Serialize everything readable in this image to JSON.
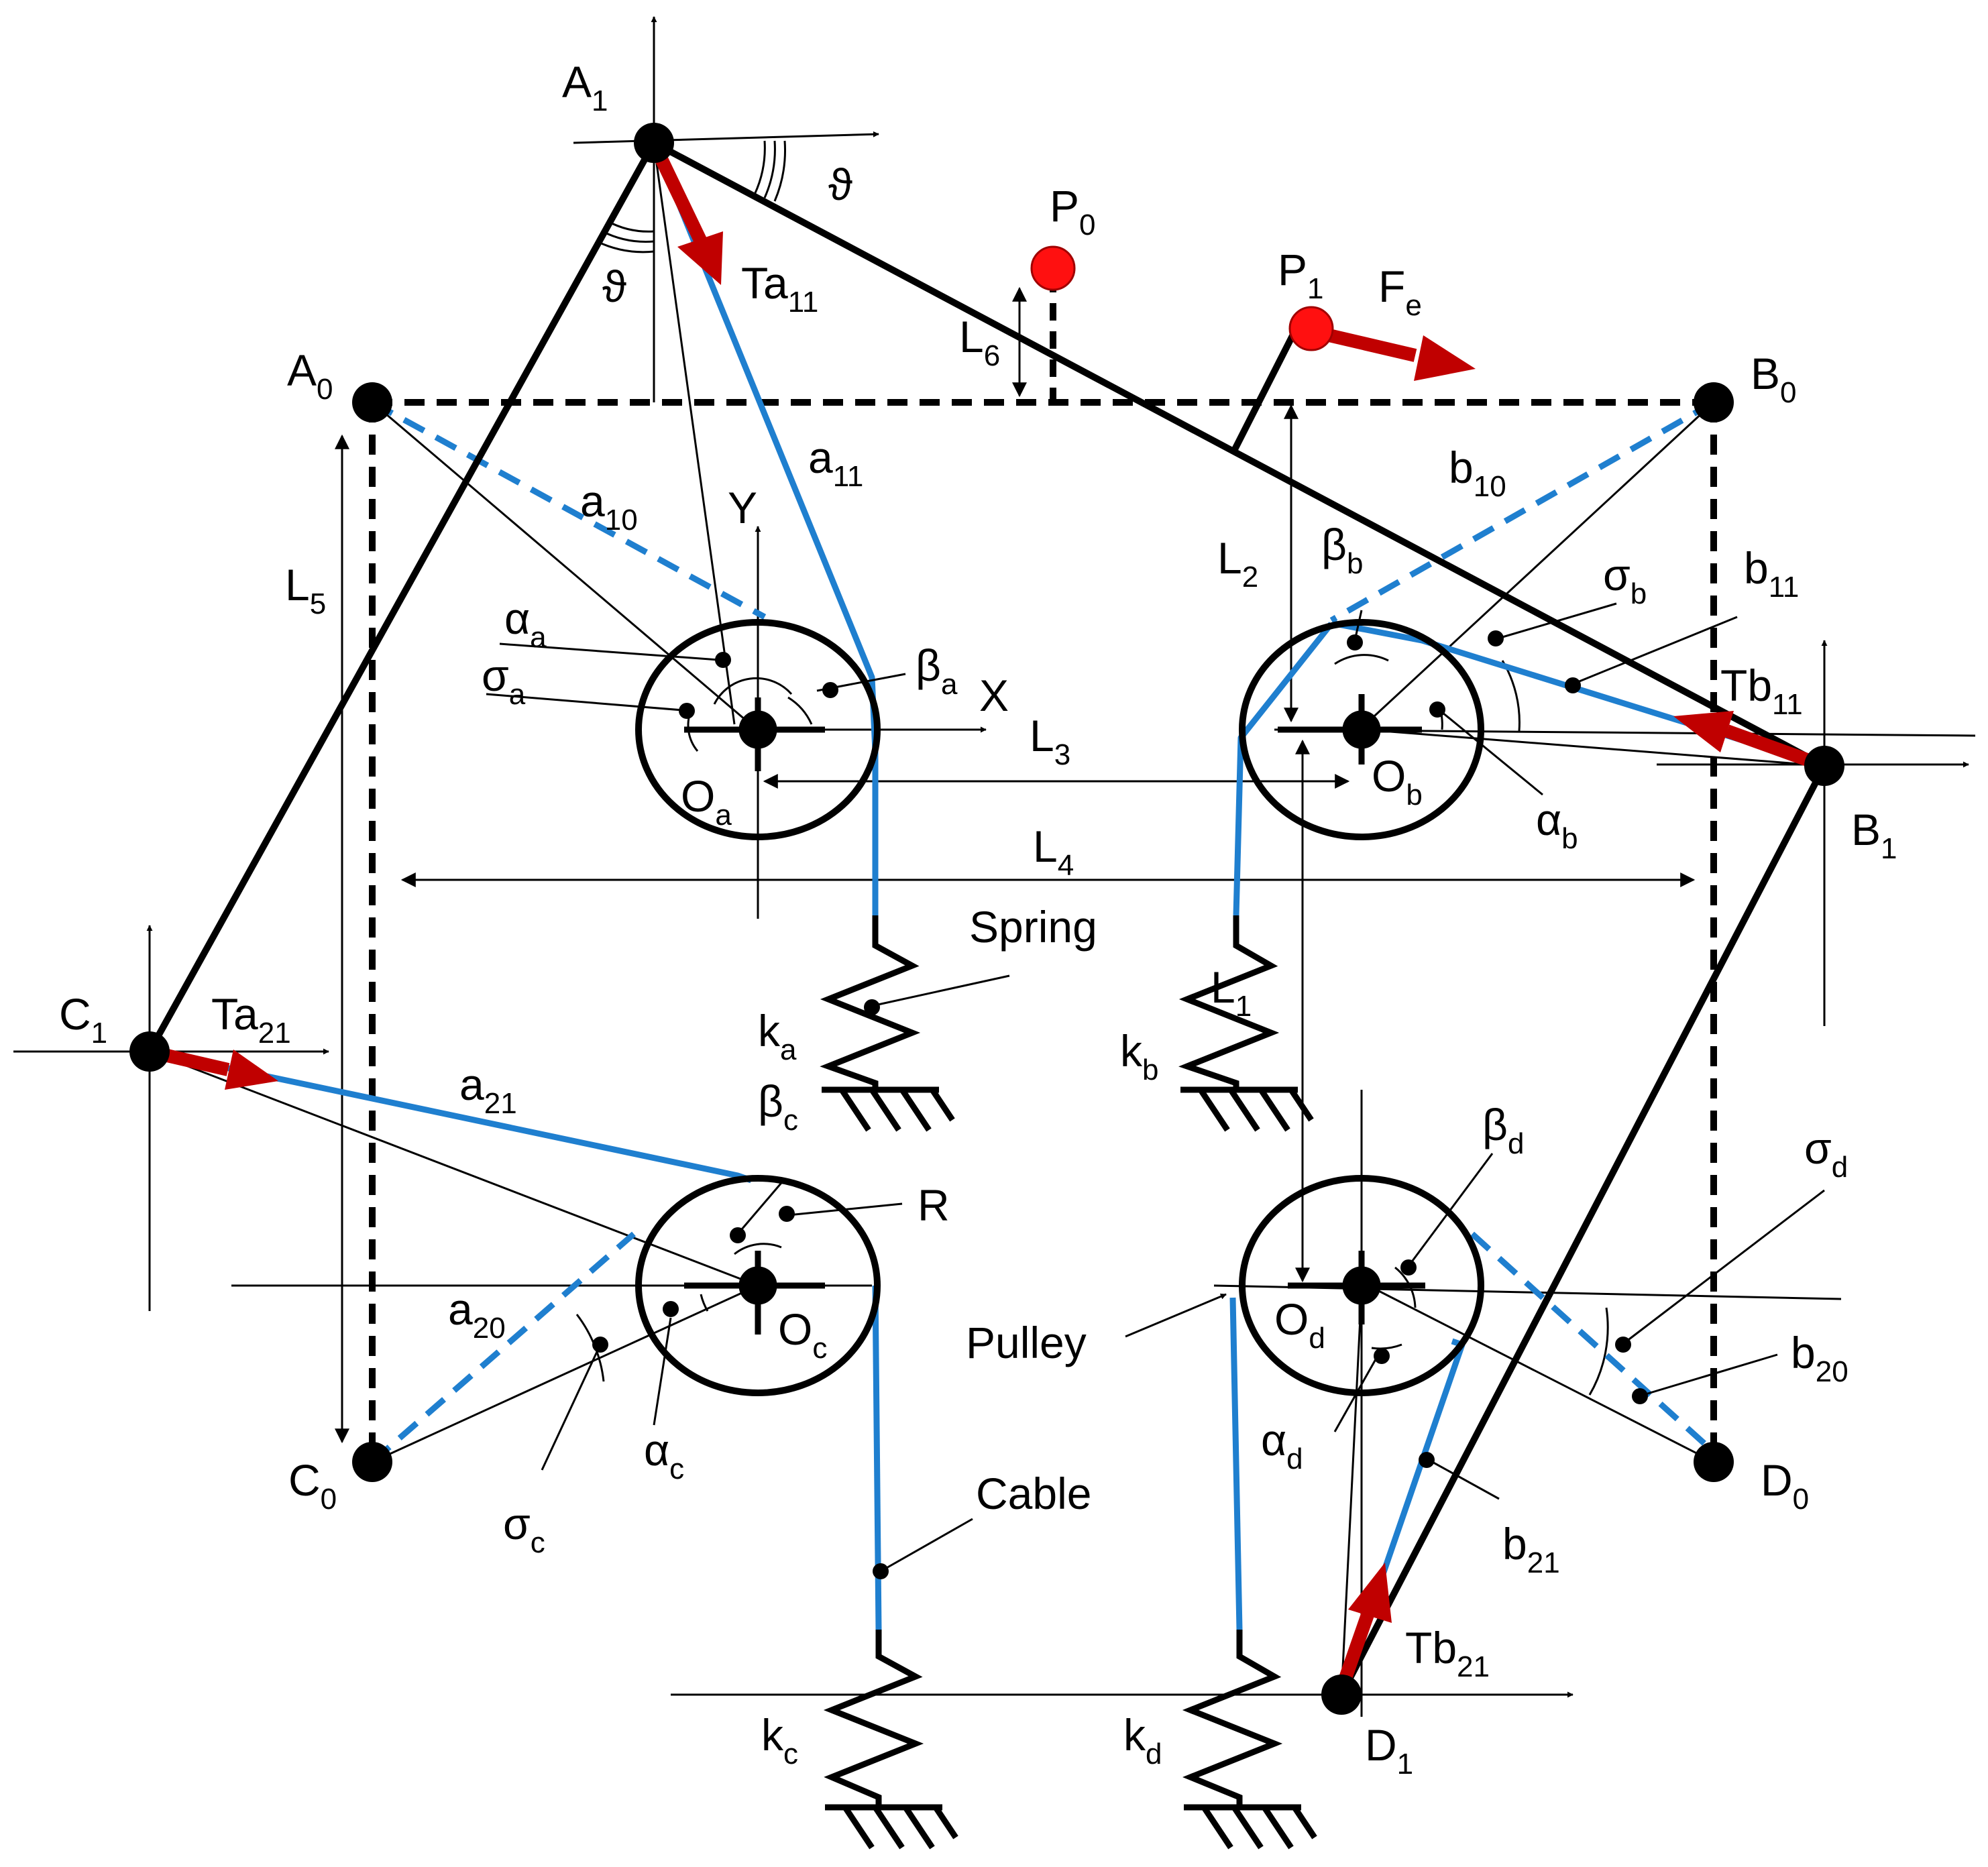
{
  "colors": {
    "link": "#000000",
    "cable": "#1f7fcf",
    "force": "#c00000",
    "point": "#ff1010",
    "background": "#ffffff"
  },
  "points": {
    "A1": {
      "main": "A",
      "sub": "1"
    },
    "A0": {
      "main": "A",
      "sub": "0"
    },
    "B0": {
      "main": "B",
      "sub": "0"
    },
    "B1": {
      "main": "B",
      "sub": "1"
    },
    "C1": {
      "main": "C",
      "sub": "1"
    },
    "C0": {
      "main": "C",
      "sub": "0"
    },
    "D0": {
      "main": "D",
      "sub": "0"
    },
    "D1": {
      "main": "D",
      "sub": "1"
    },
    "P0": {
      "main": "P",
      "sub": "0"
    },
    "P1": {
      "main": "P",
      "sub": "1"
    },
    "Oa": {
      "main": "O",
      "sub": "a"
    },
    "Ob": {
      "main": "O",
      "sub": "b"
    },
    "Oc": {
      "main": "O",
      "sub": "c"
    },
    "Od": {
      "main": "O",
      "sub": "d"
    }
  },
  "forces": {
    "Ta11": {
      "main": "Ta",
      "sub": "11"
    },
    "Tb11": {
      "main": "Tb",
      "sub": "11"
    },
    "Ta21": {
      "main": "Ta",
      "sub": "21"
    },
    "Tb21": {
      "main": "Tb",
      "sub": "21"
    },
    "Fe": {
      "main": "F",
      "sub": "e"
    }
  },
  "cables": {
    "a10": {
      "main": "a",
      "sub": "10"
    },
    "a11": {
      "main": "a",
      "sub": "11"
    },
    "a20": {
      "main": "a",
      "sub": "20"
    },
    "a21": {
      "main": "a",
      "sub": "21"
    },
    "b10": {
      "main": "b",
      "sub": "10"
    },
    "b11": {
      "main": "b",
      "sub": "11"
    },
    "b20": {
      "main": "b",
      "sub": "20"
    },
    "b21": {
      "main": "b",
      "sub": "21"
    }
  },
  "lengths": {
    "L1": {
      "main": "L",
      "sub": "1"
    },
    "L2": {
      "main": "L",
      "sub": "2"
    },
    "L3": {
      "main": "L",
      "sub": "3"
    },
    "L4": {
      "main": "L",
      "sub": "4"
    },
    "L5": {
      "main": "L",
      "sub": "5"
    },
    "L6": {
      "main": "L",
      "sub": "6"
    }
  },
  "angles": {
    "alpha_a": {
      "main": "α",
      "sub": "a"
    },
    "alpha_b": {
      "main": "α",
      "sub": "b"
    },
    "alpha_c": {
      "main": "α",
      "sub": "c"
    },
    "alpha_d": {
      "main": "α",
      "sub": "d"
    },
    "beta_a": {
      "main": "β",
      "sub": "a"
    },
    "beta_b": {
      "main": "β",
      "sub": "b"
    },
    "beta_c": {
      "main": "β",
      "sub": "c"
    },
    "beta_d": {
      "main": "β",
      "sub": "d"
    },
    "sigma_a": {
      "main": "σ",
      "sub": "a"
    },
    "sigma_b": {
      "main": "σ",
      "sub": "b"
    },
    "sigma_c": {
      "main": "σ",
      "sub": "c"
    },
    "sigma_d": {
      "main": "σ",
      "sub": "d"
    },
    "theta": "ϑ"
  },
  "springs": {
    "ka": {
      "main": "k",
      "sub": "a"
    },
    "kb": {
      "main": "k",
      "sub": "b"
    },
    "kc": {
      "main": "k",
      "sub": "c"
    },
    "kd": {
      "main": "k",
      "sub": "d"
    }
  },
  "axes": {
    "x": "X",
    "y": "Y"
  },
  "words": {
    "spring": "Spring",
    "pulley": "Pulley",
    "cable": "Cable",
    "radius": "R"
  }
}
